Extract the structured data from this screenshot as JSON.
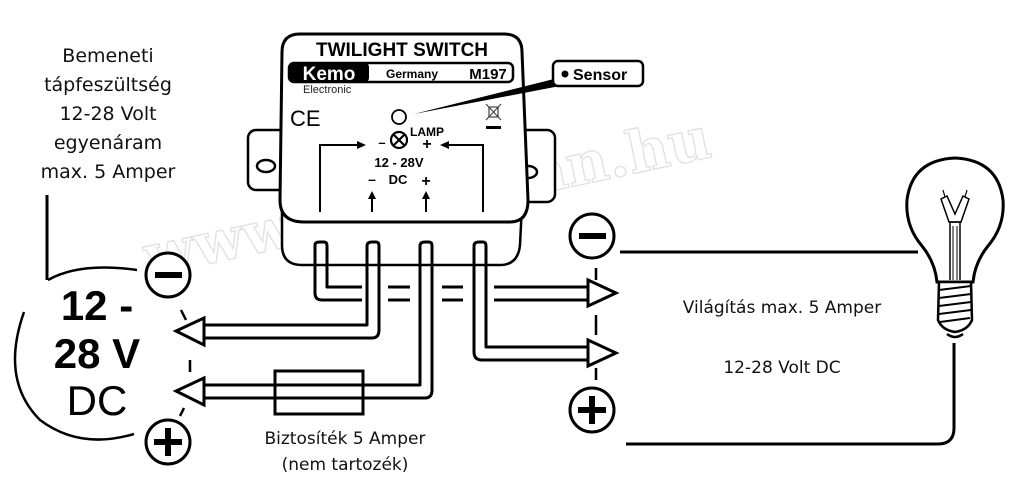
{
  "input_note": {
    "lines": [
      "Bemeneti",
      "tápfeszültség",
      "12-28 Volt",
      "egyenáram",
      "max. 5 Amper"
    ]
  },
  "module": {
    "title": "TWILIGHT SWITCH",
    "brand": "Kemo",
    "brand_country": "Germany",
    "model": "M197",
    "brand_sub": "Electronic",
    "ce_mark": "CE",
    "lamp_label": "LAMP",
    "lamp_minus": "–",
    "lamp_plus": "+",
    "supply_label": "12 - 28V",
    "dc_label": "DC",
    "dc_minus": "–",
    "dc_plus": "+",
    "sensor_callout": "Sensor"
  },
  "supply": {
    "line1": "12 -",
    "line2": "28 V",
    "line3": "DC"
  },
  "fuse": {
    "line1": "Biztosíték 5 Amper",
    "line2": "(nem tartozék)"
  },
  "load": {
    "line1": "Világítás max. 5 Amper",
    "line2": "12-28 Volt DC"
  },
  "watermark": "www.meroman.hu",
  "icons": {
    "minus": "minus-circle-icon",
    "plus": "plus-circle-icon",
    "bulb": "light-bulb-icon",
    "weee": "weee-bin-icon",
    "lamp": "lamp-symbol-icon"
  }
}
